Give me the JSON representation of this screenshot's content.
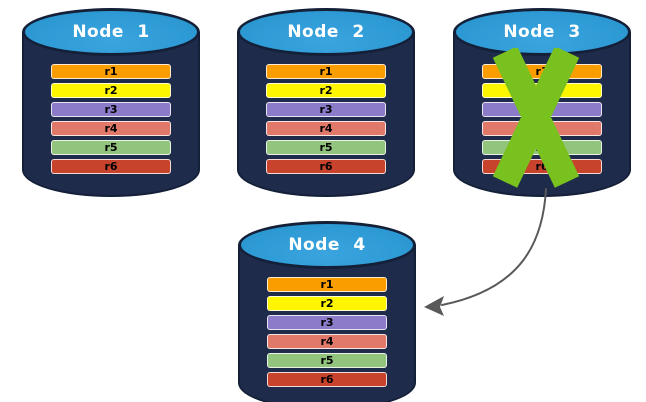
{
  "diagram": {
    "description": "Database replication diagram: failed node replicated to new node",
    "nodes": [
      {
        "id": "node-1",
        "title": "Node 1",
        "failed": false,
        "replicas": [
          {
            "label": "r1",
            "color": "#FA9D00"
          },
          {
            "label": "r2",
            "color": "#FEF500"
          },
          {
            "label": "r3",
            "color": "#8C7BC8"
          },
          {
            "label": "r4",
            "color": "#E1796A"
          },
          {
            "label": "r5",
            "color": "#92C47E"
          },
          {
            "label": "r6",
            "color": "#C8432C"
          }
        ]
      },
      {
        "id": "node-2",
        "title": "Node 2",
        "failed": false,
        "replicas": [
          {
            "label": "r1",
            "color": "#FA9D00"
          },
          {
            "label": "r2",
            "color": "#FEF500"
          },
          {
            "label": "r3",
            "color": "#8C7BC8"
          },
          {
            "label": "r4",
            "color": "#E1796A"
          },
          {
            "label": "r5",
            "color": "#92C47E"
          },
          {
            "label": "r6",
            "color": "#C8432C"
          }
        ]
      },
      {
        "id": "node-3",
        "title": "Node 3",
        "failed": true,
        "replicas": [
          {
            "label": "r1",
            "color": "#FA9D00"
          },
          {
            "label": "r2",
            "color": "#FEF500"
          },
          {
            "label": "r3",
            "color": "#8C7BC8"
          },
          {
            "label": "r4",
            "color": "#E1796A"
          },
          {
            "label": "r5",
            "color": "#92C47E"
          },
          {
            "label": "r6",
            "color": "#C8432C"
          }
        ]
      },
      {
        "id": "node-4",
        "title": "Node 4",
        "failed": false,
        "replicas": [
          {
            "label": "r1",
            "color": "#FA9D00"
          },
          {
            "label": "r2",
            "color": "#FEF500"
          },
          {
            "label": "r3",
            "color": "#8C7BC8"
          },
          {
            "label": "r4",
            "color": "#E1796A"
          },
          {
            "label": "r5",
            "color": "#92C47E"
          },
          {
            "label": "r6",
            "color": "#C8432C"
          }
        ]
      }
    ],
    "arrow": {
      "from_node": "Node 3",
      "to_node": "Node 4",
      "color": "#595959"
    },
    "colors": {
      "cylinder_top": "#2E9BD6",
      "cylinder_body": "#1F2B4B",
      "cylinder_outline": "#141F38",
      "x_mark": "#79C11E",
      "replica_border": "#FFFFFF",
      "title_text": "#FFFFFF",
      "replica_text": "#000000"
    }
  }
}
